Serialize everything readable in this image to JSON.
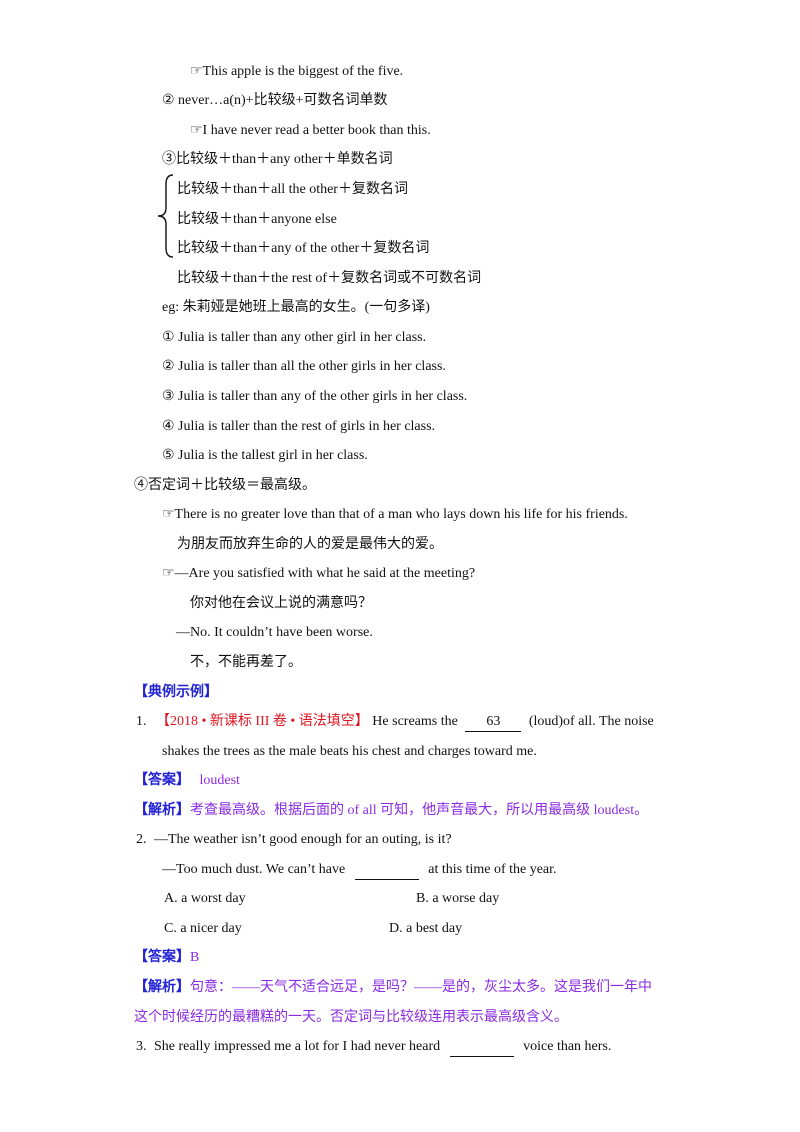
{
  "lines": {
    "l1": "☞This  apple  is  the  biggest  of  the  five.",
    "l2": "② never…a(n)+比较级+可数名词单数",
    "l3": "☞I  have  never  read  a  better  book  than  this.",
    "l4": "③比较级＋than＋any other＋单数名词",
    "l5": "比较级＋than＋all the other＋复数名词",
    "l6": "比较级＋than＋anyone else",
    "l7": "比较级＋than＋any of the other＋复数名词",
    "l8": "比较级＋than＋the rest of＋复数名词或不可数名词",
    "l9": "eg: 朱莉娅是她班上最高的女生。(一句多译)",
    "l10": "① Julia is taller than any other girl in her class.",
    "l11": "② Julia is taller than all the other girls in her class.",
    "l12": "③ Julia is taller than any of the other girls in her class.",
    "l13": "④ Julia is taller than the rest of girls in her class.",
    "l14": "⑤ Julia is the tallest girl in her class.",
    "l15": "④否定词＋比较级＝最高级。",
    "l16": "☞There is no greater love than that of a man who lays down his life for his friends.",
    "l17": "为朋友而放弃生命的人的爱是最伟大的爱。",
    "l18": "☞—Are you satisfied with what he said at the meeting?",
    "l19": "你对他在会议上说的满意吗？",
    "l20": "—No.  It couldn’t have been worse.",
    "l21": "不，不能再差了。"
  },
  "section_title": "【典例示例】",
  "q1": {
    "num": "1.",
    "source": "【2018 • 新课标 III 卷 • 语法填空】",
    "text_a": "He screams the",
    "blank": "63",
    "text_b": "(loud)of all. The noise",
    "line2": "shakes the trees as the male beats his chest and charges toward me.",
    "answer_tag": "【答案】",
    "answer": "loudest",
    "analysis_tag": "【解析】",
    "analysis": "考查最高级。根据后面的 of all 可知，他声音最大，所以用最高级 loudest。"
  },
  "q2": {
    "num": "2.",
    "line1": "—The weather isn’t good enough for an outing, is it?",
    "line2a": "—Too  much  dust.  We  can’t  have",
    "line2b": "at  this  time  of  the  year.",
    "optA": "A.  a worst day",
    "optB": "B.  a worse day",
    "optC": "C.  a nicer day",
    "optD": "D.  a best day",
    "answer_tag": "【答案】",
    "answer": "B",
    "analysis_tag": "【解析】",
    "analysis1": "句意：——天气不适合远足，是吗？——是的，灰尘太多。这是我们一年中",
    "analysis2": "这个时候经历的最糟糕的一天。否定词与比较级连用表示最高级含义。"
  },
  "q3": {
    "num": "3.",
    "text_a": "She  really  impressed  me  a  lot  for  I  had  never  heard",
    "text_b": "voice  than  hers."
  }
}
